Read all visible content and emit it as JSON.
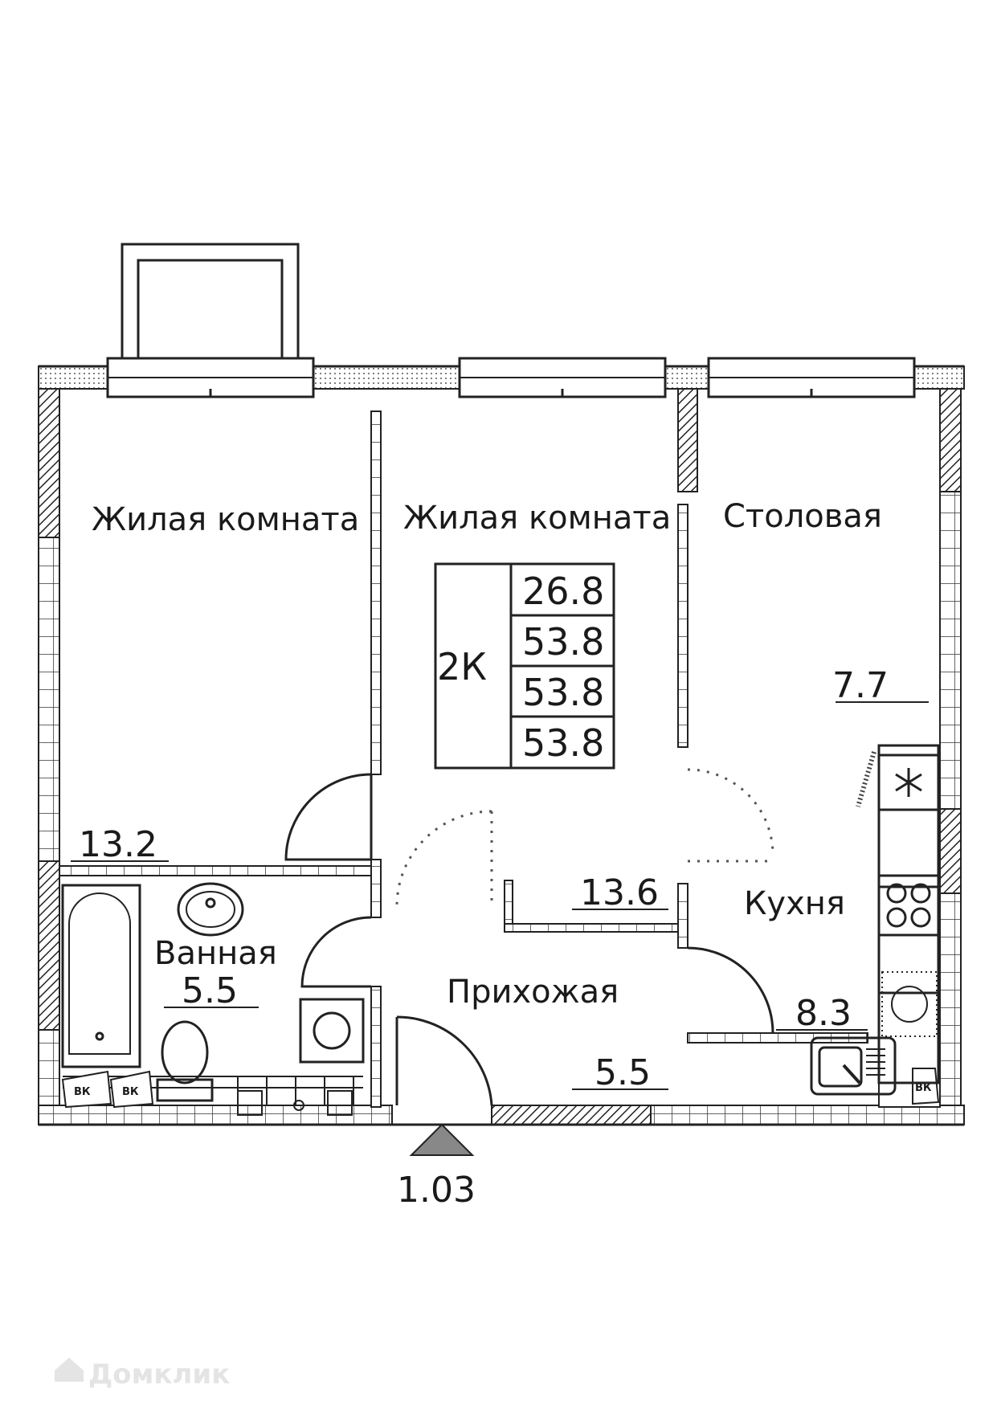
{
  "rooms": {
    "living_left": {
      "label": "Жилая комната",
      "area": "13.2"
    },
    "living_mid": {
      "label": "Жилая комната",
      "area": "13.6"
    },
    "dining": {
      "label": "Столовая",
      "area": "7.7"
    },
    "kitchen": {
      "label": "Кухня",
      "area": "8.3"
    },
    "bathroom": {
      "label": "Ванная",
      "area": "5.5"
    },
    "hall": {
      "label": "Прихожая",
      "area": "5.5"
    }
  },
  "summary": {
    "rooms_count": "2К",
    "values": [
      "26.8",
      "53.8",
      "53.8",
      "53.8"
    ]
  },
  "entrance": {
    "elevation": "1.03"
  },
  "fixtures": {
    "riser_label": "ВК"
  },
  "watermark": {
    "text": "Домклик"
  },
  "icons": [
    "vent-shaft-icon",
    "stove-icon",
    "washer-icon",
    "sink-icon",
    "bathtub-icon",
    "toilet-icon",
    "entrance-arrow-icon"
  ]
}
